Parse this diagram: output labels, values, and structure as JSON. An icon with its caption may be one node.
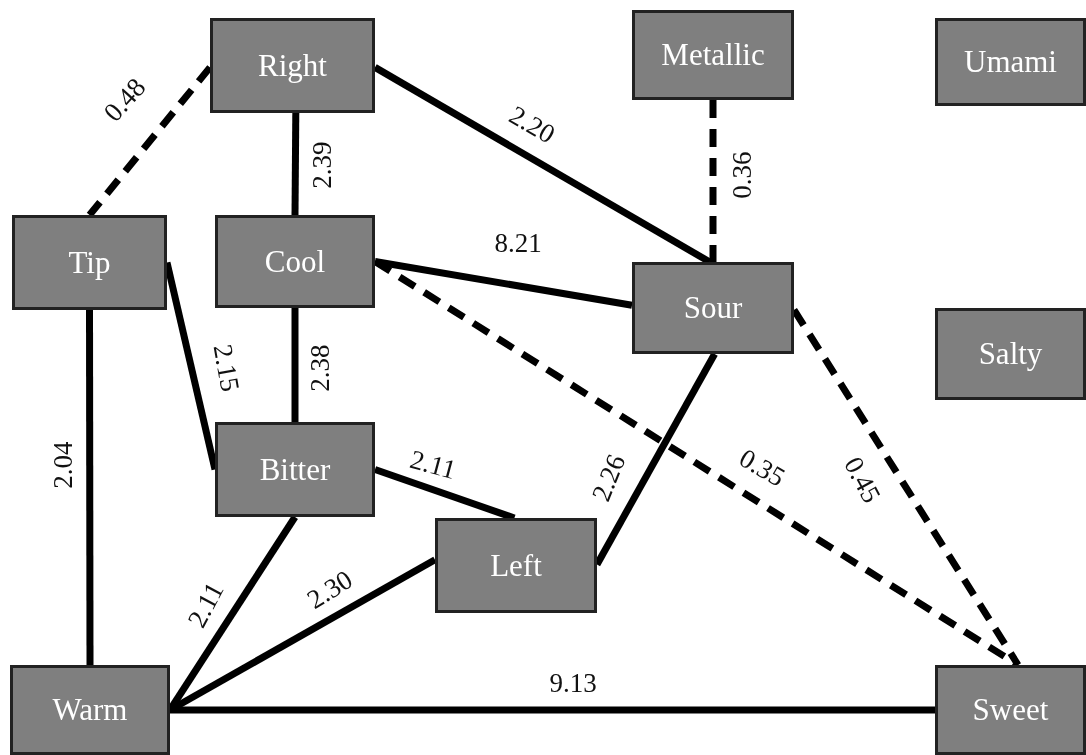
{
  "diagram": {
    "nodes": [
      {
        "text": [
          "Right"
        ]
      },
      {
        "text": [
          "Metallic"
        ]
      },
      {
        "text": [
          "Umami"
        ]
      },
      {
        "text": [
          "Tip"
        ]
      },
      {
        "text": [
          "Cool"
        ]
      },
      {
        "text": [
          "Sour"
        ]
      },
      {
        "text": [
          "Salty"
        ]
      },
      {
        "text": [
          "Bitter"
        ]
      },
      {
        "text": [
          "Left"
        ]
      },
      {
        "text": [
          "Warm"
        ]
      },
      {
        "text": [
          "Sweet"
        ]
      }
    ],
    "edges": [
      {
        "from": 0,
        "to": 3,
        "arrow": "none",
        "label": "0.48",
        "style": "dashed"
      },
      {
        "from": 0,
        "to": 4,
        "arrow": "none",
        "label": "2.39"
      },
      {
        "from": 0,
        "to": 5,
        "arrow": "none",
        "label": "2.20"
      },
      {
        "from": 1,
        "to": 5,
        "arrow": "none",
        "label": "0.36",
        "style": "dashed"
      },
      {
        "from": 4,
        "to": 5,
        "arrow": "none",
        "label": "8.21"
      },
      {
        "from": 4,
        "to": 10,
        "arrow": "none",
        "label": "0.35",
        "style": "dashed"
      },
      {
        "from": 3,
        "to": 7,
        "arrow": "none",
        "label": "2.15"
      },
      {
        "from": 4,
        "to": 7,
        "arrow": "none",
        "label": "2.38"
      },
      {
        "from": 3,
        "to": 9,
        "arrow": "none",
        "label": "2.04"
      },
      {
        "from": 7,
        "to": 8,
        "arrow": "none",
        "label": "2.11"
      },
      {
        "from": 5,
        "to": 8,
        "arrow": "none",
        "label": "2.26"
      },
      {
        "from": 5,
        "to": 10,
        "arrow": "none",
        "label": "0.45",
        "style": "dashed"
      },
      {
        "from": 7,
        "to": 9,
        "arrow": "none",
        "label": "2.11"
      },
      {
        "from": 8,
        "to": 9,
        "arrow": "none",
        "label": "2.30"
      },
      {
        "from": 9,
        "to": 10,
        "arrow": "none",
        "label": "9.13"
      }
    ]
  }
}
